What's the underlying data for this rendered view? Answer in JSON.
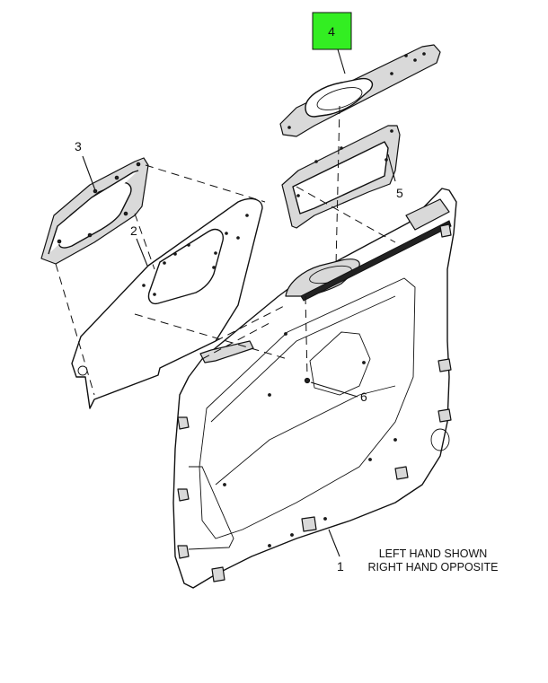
{
  "callouts": {
    "c1": "1",
    "c2": "2",
    "c3": "3",
    "c4": "4",
    "c5": "5",
    "c6": "6"
  },
  "note": {
    "line1": "LEFT HAND SHOWN",
    "line2": "RIGHT HAND OPPOSITE"
  },
  "highlight": {
    "callout": "4",
    "color": "#33ee22"
  }
}
